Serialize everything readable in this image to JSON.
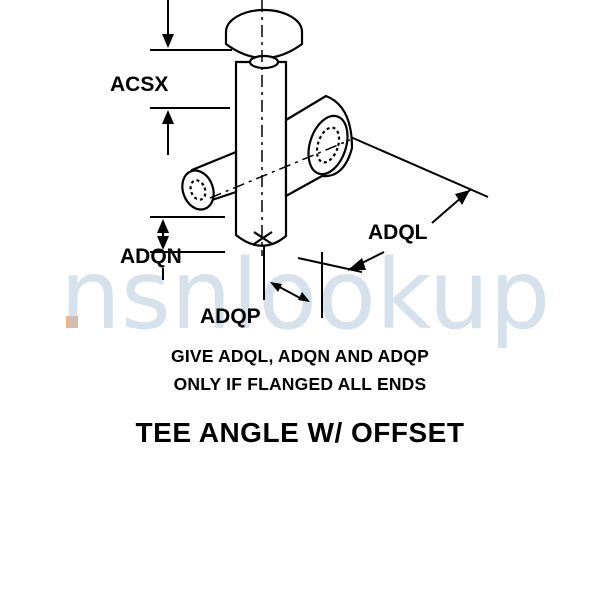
{
  "labels": {
    "acsx": "ACSX",
    "adqn": "ADQN",
    "adql": "ADQL",
    "adqp": "ADQP"
  },
  "note": {
    "line1": "GIVE ADQL, ADQN AND ADQP",
    "line2": "ONLY IF FLANGED ALL ENDS"
  },
  "title": "TEE ANGLE W/ OFFSET",
  "watermark": {
    "text": "nsnlookup",
    "color": "#b7c9dd",
    "accent_color": "#f0a060"
  }
}
